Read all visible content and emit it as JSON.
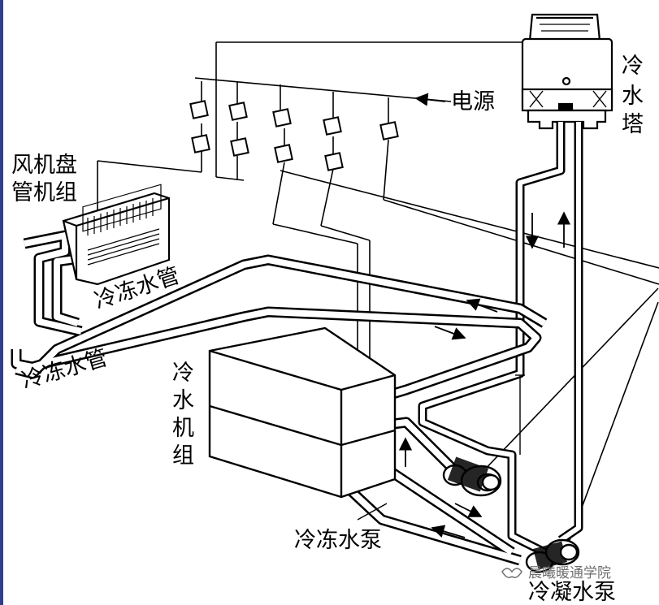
{
  "labels": {
    "power": "电源",
    "fan_coil": "风机盘\n管机组",
    "cooling_tower": "冷\n水\n塔",
    "chilled_pipe_upper": "冷冻水管",
    "chilled_pipe_lower": "冷冻水管",
    "chiller": "冷\n水\n机\n组",
    "chilled_pump": "冷冻水泵",
    "condenser_pump": "冷凝水泵"
  },
  "watermark": "晨曦暖通学院",
  "colors": {
    "line": "#000000",
    "background": "#ffffff",
    "sidebar": "#2f3f8f",
    "watermark": "#6f6f6f"
  }
}
